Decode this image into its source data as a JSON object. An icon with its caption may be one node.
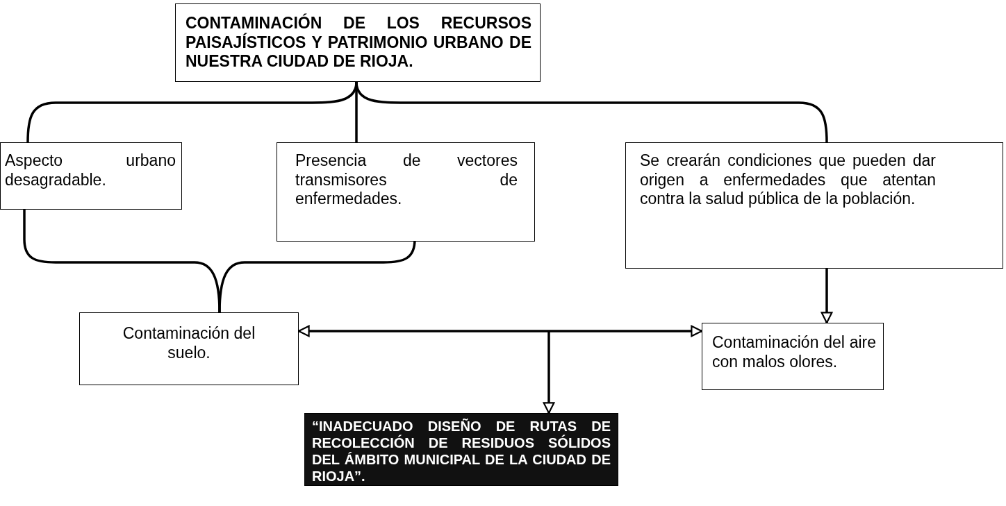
{
  "diagram": {
    "nodes": [
      {
        "text": [
          "CONTAMINACIÓN DE LOS RECURSOS PAISAJÍSTICOS Y PATRIMONIO URBANO DE NUESTRA CIUDAD DE RIOJA."
        ]
      },
      {
        "text": [
          "Aspecto urbano desagradable."
        ]
      },
      {
        "text": [
          "Presencia de vectores transmisores de enfermedades."
        ]
      },
      {
        "text": [
          "Se crearán condiciones que pueden dar origen a enfermedades que atentan contra la salud pública de la población."
        ]
      },
      {
        "text": [
          "Contaminación del suelo."
        ]
      },
      {
        "text": [
          "Contaminación del aire con malos olores."
        ]
      },
      {
        "text": [
          "“INADECUADO DISEÑO DE RUTAS DE RECOLECCIÓN DE RESIDUOS SÓLIDOS DEL ÁMBITO MUNICIPAL DE LA CIUDAD DE RIOJA”."
        ]
      }
    ],
    "edges": [
      {
        "from": 0,
        "to": 1,
        "arrow": "none"
      },
      {
        "from": 0,
        "to": 2,
        "arrow": "none"
      },
      {
        "from": 0,
        "to": 3,
        "arrow": "none"
      },
      {
        "from": 1,
        "to": 4,
        "arrow": "none"
      },
      {
        "from": 2,
        "to": 4,
        "arrow": "none"
      },
      {
        "from": 3,
        "to": 5,
        "arrow": "to"
      },
      {
        "from": null,
        "to": 4,
        "arrow": "to"
      },
      {
        "from": null,
        "to": 5,
        "arrow": "to"
      },
      {
        "from": null,
        "to": 6,
        "arrow": "to"
      }
    ]
  }
}
